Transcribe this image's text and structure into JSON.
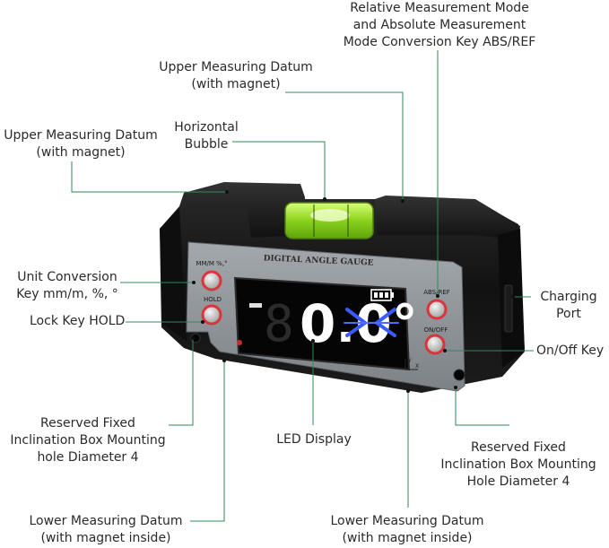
{
  "device": {
    "brand_title": "DIGITAL ANGLE GAUGE",
    "display_reading": "0.0°",
    "btn_mm": "MM/M %,°",
    "btn_hold": "HOLD",
    "btn_abs": "ABS/REF",
    "btn_onoff": "ON/OFF",
    "axis_y": "Y",
    "axis_x": "X"
  },
  "callouts": {
    "abs_ref": [
      "Relative Measurement Mode",
      "and Absolute Measurement",
      "Mode Conversion Key ABS/REF"
    ],
    "upper_datum_top": [
      "Upper Measuring Datum",
      "(with magnet)"
    ],
    "horizontal_bubble": [
      "Horizontal",
      "Bubble"
    ],
    "upper_datum_left": [
      "Upper Measuring Datum",
      "(with magnet)"
    ],
    "unit_conversion": [
      "Unit Conversion",
      "Key mm/m, %, °"
    ],
    "lock_key": [
      "Lock Key HOLD"
    ],
    "charging_port": [
      "Charging",
      "Port"
    ],
    "on_off_key": [
      "On/Off Key"
    ],
    "reserved_left": [
      "Reserved Fixed",
      "Inclination Box Mounting",
      "hole Diameter 4"
    ],
    "led_display": [
      "LED Display"
    ],
    "reserved_right": [
      "Reserved Fixed",
      "Inclination Box Mounting",
      "Hole Diameter 4"
    ],
    "lower_datum_left": [
      "Lower Measuring Datum",
      "(with magnet inside)"
    ],
    "lower_datum_right": [
      "Lower Measuring Datum",
      "(with magnet inside)"
    ]
  },
  "colors": {
    "leader_line": "#2e8b57",
    "body": "#141414",
    "panel": "#8e949a",
    "screen": "#050505",
    "digit": "#ffffff",
    "chevron": "#3b5bff",
    "bubble": "#9be02a",
    "button_ring": "#d9353a"
  }
}
